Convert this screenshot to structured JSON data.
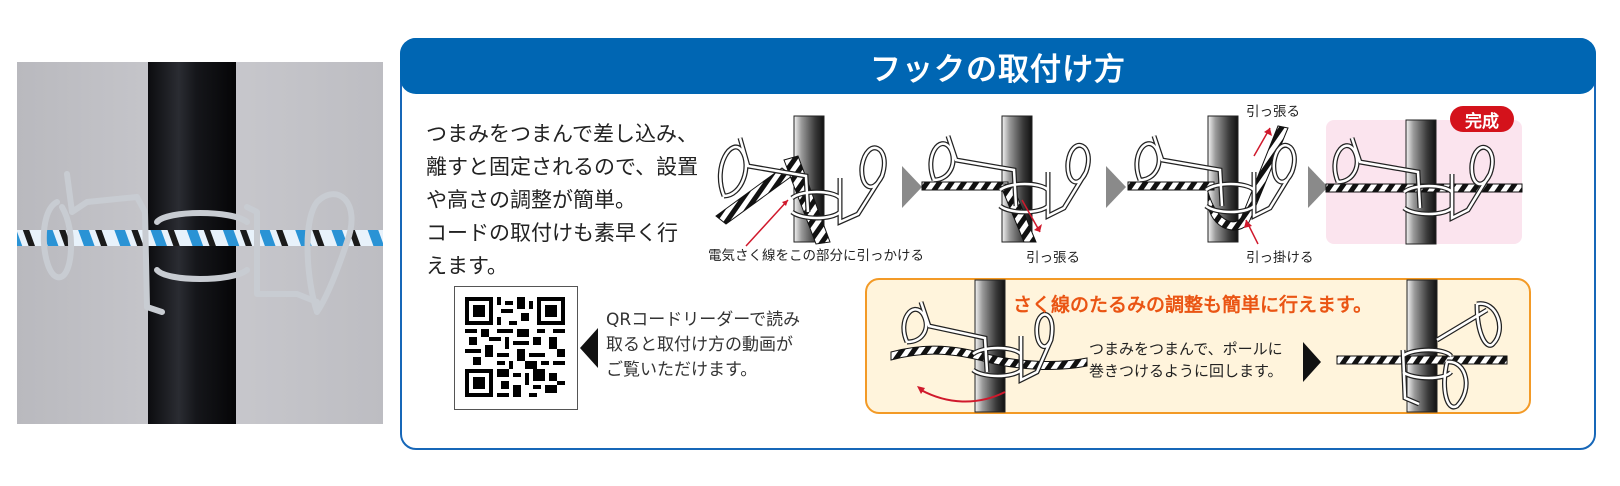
{
  "photo": {
    "alt": "Hook attached to black pole holding blue/white/black electric fence cord"
  },
  "panel": {
    "title": "フックの取付け方",
    "colors": {
      "header": "#0066b3",
      "border": "#1767b8",
      "tip_border": "#f39a26",
      "tip_bg": "#fff4dc",
      "tip_title": "#ea5514",
      "done_bg": "#fbe4ee",
      "done_badge": "#d4121b",
      "red_arrow": "#d0192c"
    },
    "intro_lines": [
      "つまみをつまんで差し込み、",
      "離すと固定されるので、設置",
      "や高さの調整が簡単。",
      "コードの取付けも素早く行",
      "えます。"
    ],
    "steps": [
      {
        "label": "電気さく線をこの部分に引っかける"
      },
      {
        "label": "引っ張る"
      },
      {
        "label_top": "引っ張る",
        "label": "引っ掛ける"
      },
      {
        "badge": "完成"
      }
    ],
    "qr": {
      "lines": [
        "QRコードリーダーで読み",
        "取ると取付け方の動画が",
        "ご覧いただけます。"
      ]
    },
    "tip": {
      "title": "さく線のたるみの調整も簡単に行えます。",
      "lines": [
        "つまみをつまんで、ポールに",
        "巻きつけるように回します。"
      ]
    }
  }
}
